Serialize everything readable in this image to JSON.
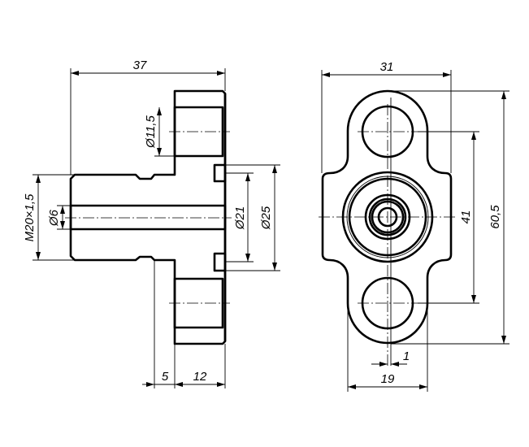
{
  "drawing": {
    "section_view": {
      "dims": {
        "overall_length": "37",
        "hole_diameter": "Ø11,5",
        "thread": "M20×1,5",
        "bore": "Ø6",
        "recess_inner": "Ø21",
        "recess_outer": "Ø25",
        "undercut": "5",
        "flange_thickness": "12"
      }
    },
    "front_view": {
      "dims": {
        "width": "31",
        "hole_spacing": "41",
        "height": "60,5",
        "lobe_width": "19",
        "offset": "1"
      }
    },
    "colors": {
      "line": "#000000",
      "background": "#ffffff"
    }
  }
}
